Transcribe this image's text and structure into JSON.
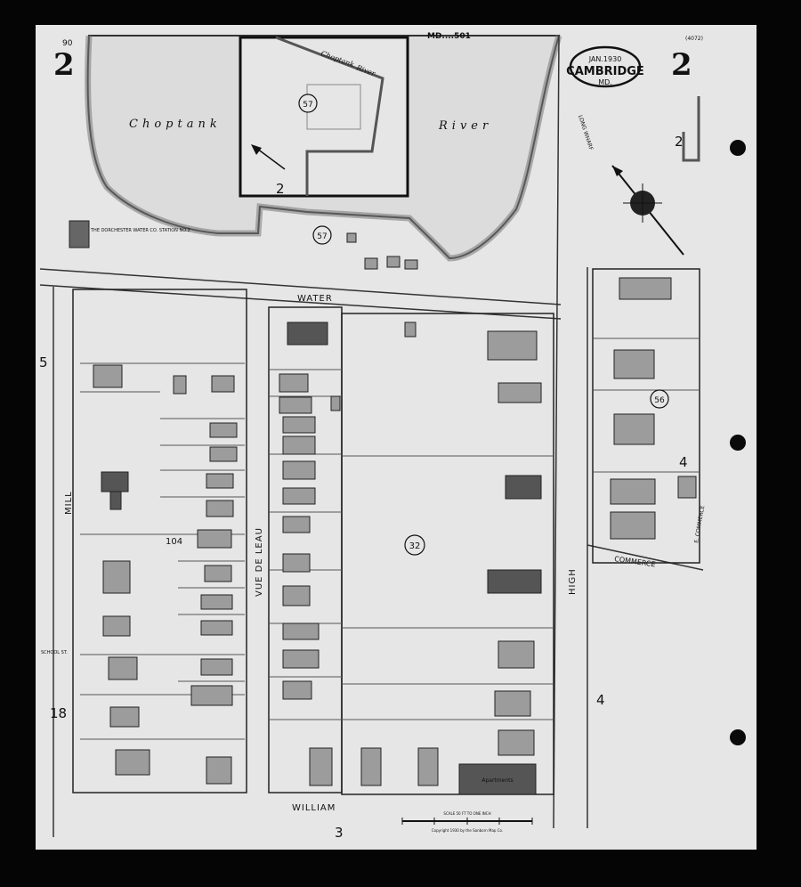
{
  "header": {
    "sheet_number_left": "2",
    "sheet_number_right": "2",
    "small_page_no": "90",
    "volume_ref": "MD....501",
    "corner_ref": "(4072)",
    "cartouche_date": "JAN.1930",
    "cartouche_city": "CAMBRIDGE",
    "cartouche_state": "MD."
  },
  "water_labels": {
    "river_left": "Choptank",
    "river_right": "River",
    "inset_river_a": "Choptank",
    "inset_river_b": "River",
    "long_wharf": "LONG WHARF"
  },
  "streets": {
    "water": "WATER",
    "william": "WILLIAM",
    "mill": "MILL",
    "vue_de_leau": "VUE DE LEAU",
    "high": "HIGH",
    "commerce": "COMMERCE",
    "e_commerce": "E. COMMERCE",
    "school_st": "SCHOOL ST."
  },
  "block_numbers": {
    "b57_inset": "57",
    "b57": "57",
    "b56": "56",
    "b32": "32",
    "b104": "104"
  },
  "adjoining_sheets": {
    "left_5": "5",
    "left_18": "18",
    "right_4a": "4",
    "right_4b": "4",
    "bottom_3": "3",
    "inset_2": "2",
    "corner_2": "2"
  },
  "buildings": {
    "water_co": "THE DORCHESTER WATER CO. STATION NO.2",
    "apartments": "Apartments"
  },
  "footer": {
    "scale_note": "SCALE 50 FT TO ONE INCH",
    "copyright": "Copyright 1930 by the Sanborn Map Co."
  }
}
